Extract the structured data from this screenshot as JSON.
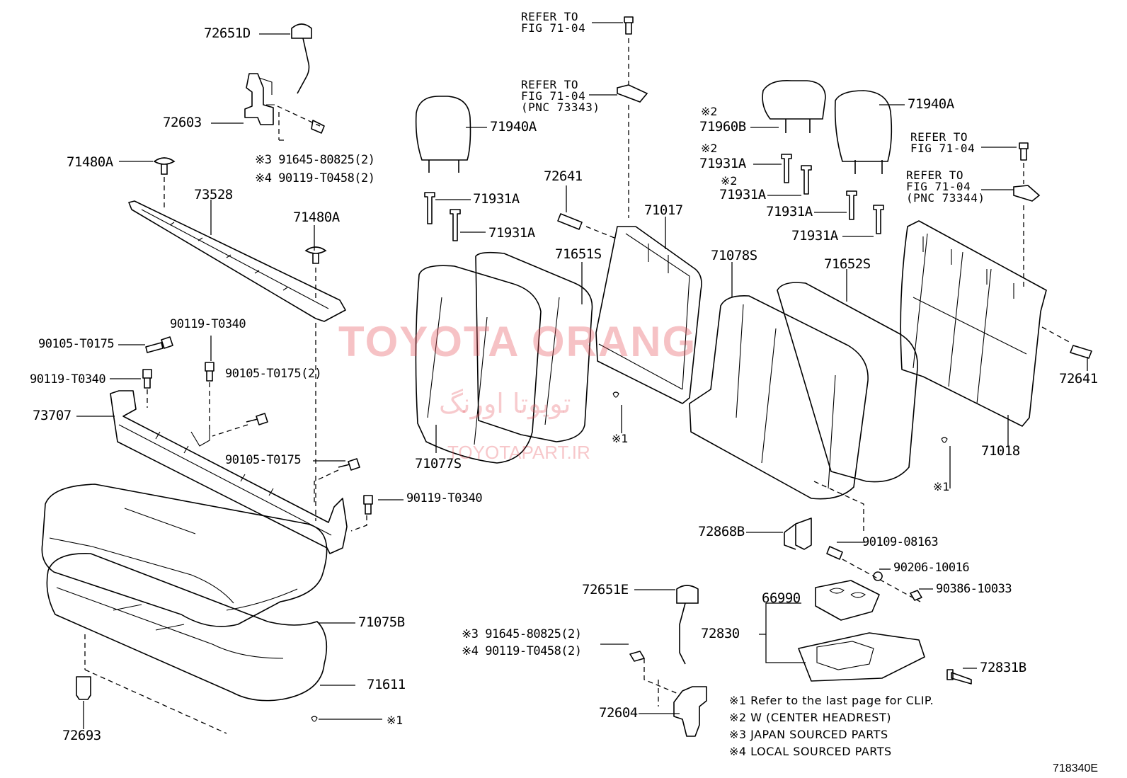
{
  "watermark": {
    "brand": "TOYOTA ORANG",
    "persian": "تویوتا اورنگ",
    "site": "TOYOTAPART.IR"
  },
  "figure_id": "718340E",
  "refs": {
    "top_bolt": "REFER TO\nFIG 71-04",
    "left_hinge_cover": "REFER TO\nFIG 71-04\n(PNC 73343)",
    "right_bolt": "REFER TO\nFIG 71-04",
    "right_hinge_cover": "REFER TO\nFIG 71-04\n(PNC 73344)"
  },
  "labels": {
    "p72651D": "72651D",
    "p72603": "72603",
    "p91645_a": "※3 91645-80825(2)",
    "p90119_a": "※4 90119-T0458(2)",
    "p71480A_1": "71480A",
    "p73528": "73528",
    "p71480A_2": "71480A",
    "p90119_T0340_top": "90119-T0340",
    "p90105_T0175_1": "90105-T0175",
    "p90119_T0340_left": "90119-T0340",
    "p90105_T0175_2x": "90105-T0175(2)",
    "p73707": "73707",
    "p90105_T0175_3": "90105-T0175",
    "p90119_T0340_bot": "90119-T0340",
    "p71075B": "71075B",
    "p71611": "71611",
    "p72693": "72693",
    "mark_bottom": "※1",
    "p71940A_l": "71940A",
    "p71931A_l1": "71931A",
    "p71931A_l2": "71931A",
    "p72641_l": "72641",
    "p71017": "71017",
    "p71651S": "71651S",
    "p71077S": "71077S",
    "mark_mid": "※1",
    "p71960B_mark": "※2",
    "p71960B": "71960B",
    "p71931A_m1_mark": "※2",
    "p71931A_m1": "71931A",
    "p71931A_m2_mark": "※2",
    "p71931A_m2": "71931A",
    "p71931A_r1": "71931A",
    "p71931A_r2": "71931A",
    "p71940A_r": "71940A",
    "p71078S": "71078S",
    "p71652S": "71652S",
    "p72641_r": "72641",
    "p71018": "71018",
    "mark_right": "※1",
    "p72868B": "72868B",
    "p90109": "90109-08163",
    "p90206": "90206-10016",
    "p90386": "90386-10033",
    "p66990": "66990",
    "p72830": "72830",
    "p72831B": "72831B",
    "p72651E": "72651E",
    "p91645_b": "※3 91645-80825(2)",
    "p90119_b": "※4 90119-T0458(2)",
    "p72604": "72604"
  },
  "notes": [
    "※1 Refer to the last page for CLIP.",
    "※2 W (CENTER  HEADREST)",
    "※3  JAPAN SOURCED PARTS",
    "※4  LOCAL SOURCED PARTS"
  ]
}
